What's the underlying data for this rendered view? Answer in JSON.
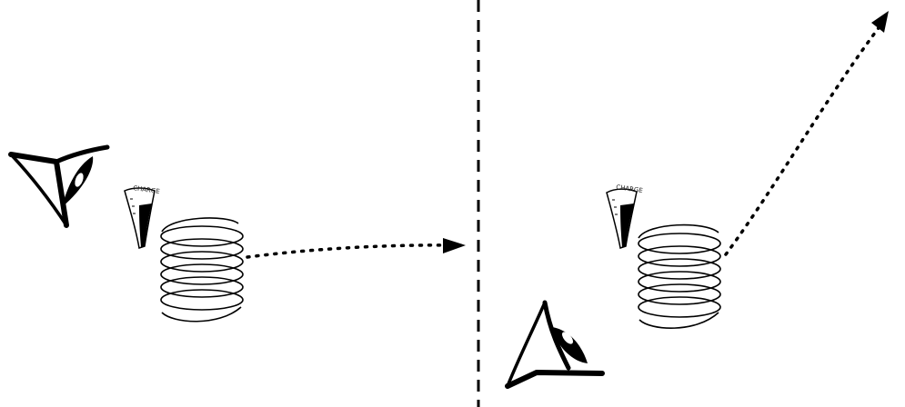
{
  "panels": [
    {
      "id": "left",
      "gauge_label": "CHARGE"
    },
    {
      "id": "right",
      "gauge_label": "CHARGE"
    }
  ],
  "colors": {
    "ink": "#000000",
    "background": "#ffffff"
  }
}
